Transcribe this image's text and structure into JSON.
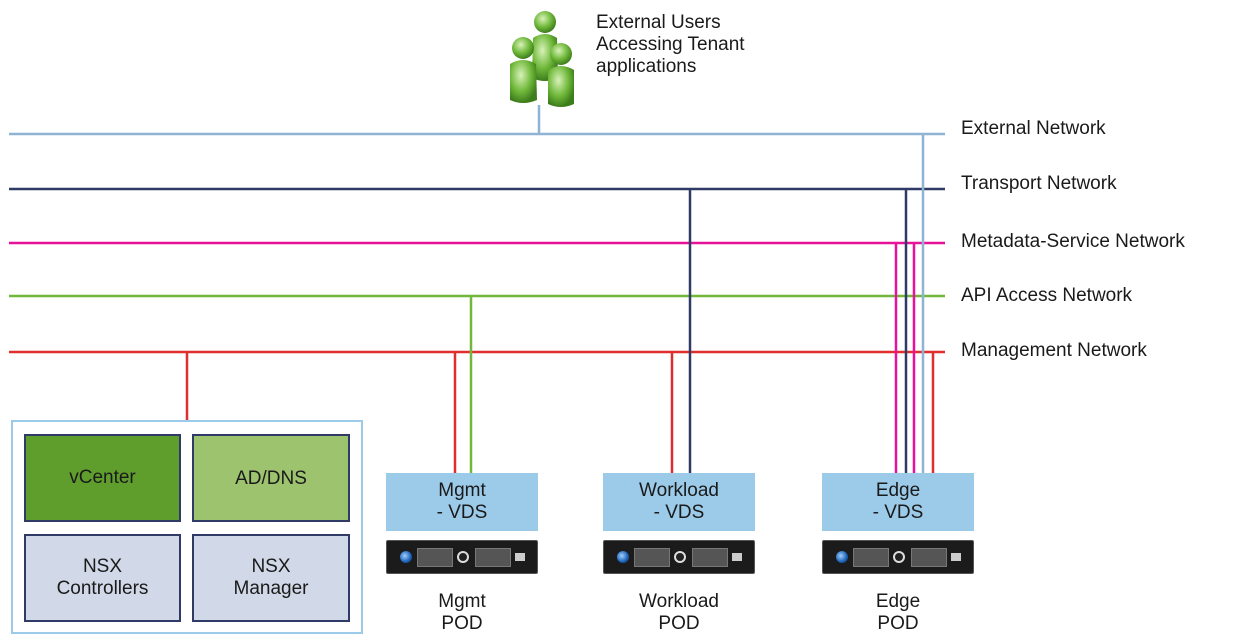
{
  "external_users": {
    "label": "External Users\nAccessing Tenant\napplications",
    "icon": "users-icon"
  },
  "networks": [
    {
      "name": "External Network",
      "color": "#8fb3d3"
    },
    {
      "name": "Transport Network",
      "color": "#2f3a66"
    },
    {
      "name": "Metadata-Service Network",
      "color": "#e8119a"
    },
    {
      "name": "API Access Network",
      "color": "#72b73b"
    },
    {
      "name": "Management Network",
      "color": "#e02d2d"
    }
  ],
  "management_cluster": {
    "vcenter": {
      "label": "vCenter",
      "color": "#5f9e2d"
    },
    "ad_dns": {
      "label": "AD/DNS",
      "color": "#9dc36f"
    },
    "nsx_controllers": {
      "label": "NSX\nControllers",
      "color": "#d1d9e8"
    },
    "nsx_manager": {
      "label": "NSX\nManager",
      "color": "#d1d9e8"
    }
  },
  "pods": [
    {
      "vds": "Mgmt\n- VDS",
      "pod": "Mgmt\nPOD"
    },
    {
      "vds": "Workload\n- VDS",
      "pod": "Workload\nPOD"
    },
    {
      "vds": "Edge\n- VDS",
      "pod": "Edge\nPOD"
    }
  ]
}
